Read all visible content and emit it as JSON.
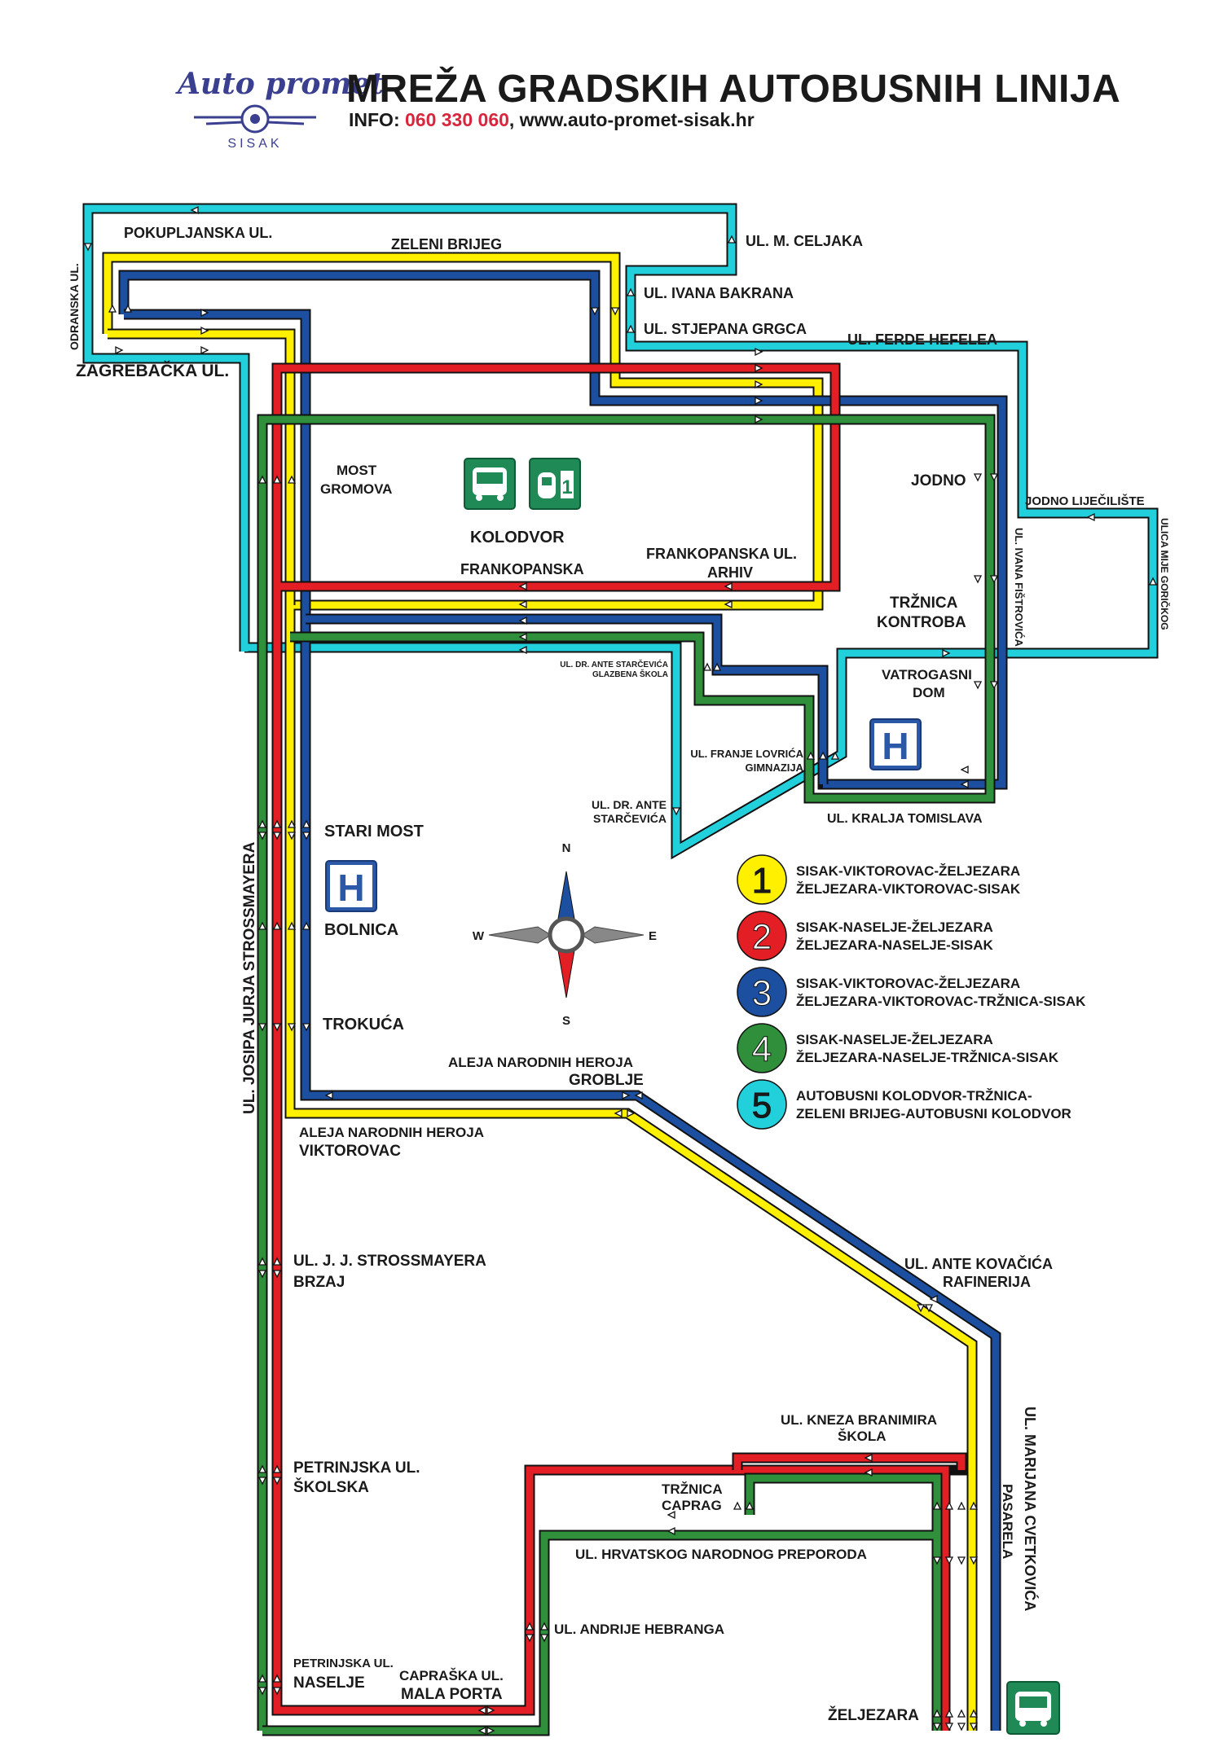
{
  "header": {
    "title": "MREŽA GRADSKIH AUTOBUSNIH LINIJA",
    "info_prefix": "INFO: ",
    "phone": "060 330 060",
    "website": ", www.auto-promet-sisak.hr",
    "logo_text": "Auto promet",
    "logo_city": "SISAK"
  },
  "colors": {
    "line1": "#fff000",
    "line2": "#e31e24",
    "line3": "#1c4fa0",
    "line4": "#2f8f3a",
    "line5": "#22d0dc",
    "station_green": "#1f8a55",
    "hospital_blue": "#2b59a8"
  },
  "labels": {
    "pokupljanska": "POKUPLJANSKA UL.",
    "zeleni_brijeg": "ZELENI BRIJEG",
    "m_celjaka": "UL. M. CELJAKA",
    "ivana_bakrana": "UL. IVANA BAKRANA",
    "stjepana_grgca": "UL. STJEPANA GRGCA",
    "ferde_hefelea": "UL. FERDE HEFELEA",
    "odranska": "ODRANSKA UL.",
    "zagrebacka": "ZAGREBAČKA UL.",
    "most_gromova_1": "MOST",
    "most_gromova_2": "GROMOVA",
    "kolodvor": "KOLODVOR",
    "frankopanska": "FRANKOPANSKA",
    "frankopanska_arhiv_1": "FRANKOPANSKA UL.",
    "frankopanska_arhiv_2": "ARHIV",
    "jodno": "JODNO",
    "jodno_ljeciliste": "JODNO LIJEČILIŠTE",
    "ivana_fistrovica": "UL. IVANA FIŠTROVIĆA",
    "mije_gorickog": "ULICA MIJE GORIČKOG",
    "trznica_kontroba_1": "TRŽNICA",
    "trznica_kontroba_2": "KONTROBA",
    "starcevica_glazbena_1": "UL. DR. ANTE STARČEVIĆA",
    "starcevica_glazbena_2": "GLAZBENA ŠKOLA",
    "vatrogasni_1": "VATROGASNI",
    "vatrogasni_2": "DOM",
    "franje_lovrica_1": "UL. FRANJE LOVRIĆA",
    "franje_lovrica_2": "GIMNAZIJA",
    "starcevica_1": "UL. DR. ANTE",
    "starcevica_2": "STARČEVIĆA",
    "kralja_tomislava": "UL. KRALJA TOMISLAVA",
    "stari_most": "STARI MOST",
    "bolnica": "BOLNICA",
    "trokuca": "TROKUĆA",
    "strossmayera": "UL. JOSIPA JURJA STROSSMAYERA",
    "aleja_groblje_1": "ALEJA NARODNIH HEROJA",
    "aleja_groblje_2": "GROBLJE",
    "aleja_viktorovac_1": "ALEJA NARODNIH HEROJA",
    "aleja_viktorovac_2": "VIKTOROVAC",
    "jj_strossmayera_1": "UL. J. J. STROSSMAYERA",
    "jj_strossmayera_2": "BRZAJ",
    "kovacica_1": "UL. ANTE KOVAČIĆA",
    "kovacica_2": "RAFINERIJA",
    "petrinjska_skolska_1": "PETRINJSKA UL.",
    "petrinjska_skolska_2": "ŠKOLSKA",
    "kneza_branimira_1": "UL. KNEZA BRANIMIRA",
    "kneza_branimira_2": "ŠKOLA",
    "trznica_caprag_1": "TRŽNICA",
    "trznica_caprag_2": "CAPRAG",
    "hrvatskog_preporoda": "UL. HRVATSKOG NARODNOG PREPORODA",
    "marijana_cvetkovica": "UL. MARIJANA CVETKOVIĆA",
    "pasarela": "PASARELA",
    "andrije_hebranga": "UL. ANDRIJE HEBRANGA",
    "petrinjska_naselje_1": "PETRINJSKA UL.",
    "petrinjska_naselje_2": "NASELJE",
    "capraska_1": "CAPRAŠKA UL.",
    "capraska_2": "MALA PORTA",
    "zeljezara": "ŽELJEZARA"
  },
  "compass": {
    "n": "N",
    "s": "S",
    "e": "E",
    "w": "W"
  },
  "legend": [
    {
      "number": "1",
      "line1": "SISAK-VIKTOROVAC-ŽELJEZARA",
      "line2": "ŽELJEZARA-VIKTOROVAC-SISAK",
      "color": "#fff000",
      "text_color": "#1a1a1a"
    },
    {
      "number": "2",
      "line1": "SISAK-NASELJE-ŽELJEZARA",
      "line2": "ŽELJEZARA-NASELJE-SISAK",
      "color": "#e31e24",
      "text_color": "#ffffff"
    },
    {
      "number": "3",
      "line1": "SISAK-VIKTOROVAC-ŽELJEZARA",
      "line2": "ŽELJEZARA-VIKTOROVAC-TRŽNICA-SISAK",
      "color": "#1c4fa0",
      "text_color": "#ffffff"
    },
    {
      "number": "4",
      "line1": "SISAK-NASELJE-ŽELJEZARA",
      "line2": "ŽELJEZARA-NASELJE-TRŽNICA-SISAK",
      "color": "#2f8f3a",
      "text_color": "#ffffff"
    },
    {
      "number": "5",
      "line1": "AUTOBUSNI KOLODVOR-TRŽNICA-",
      "line2": "ZELENI BRIJEG-AUTOBUSNI KOLODVOR",
      "color": "#22d0dc",
      "text_color": "#1a1a1a"
    }
  ]
}
